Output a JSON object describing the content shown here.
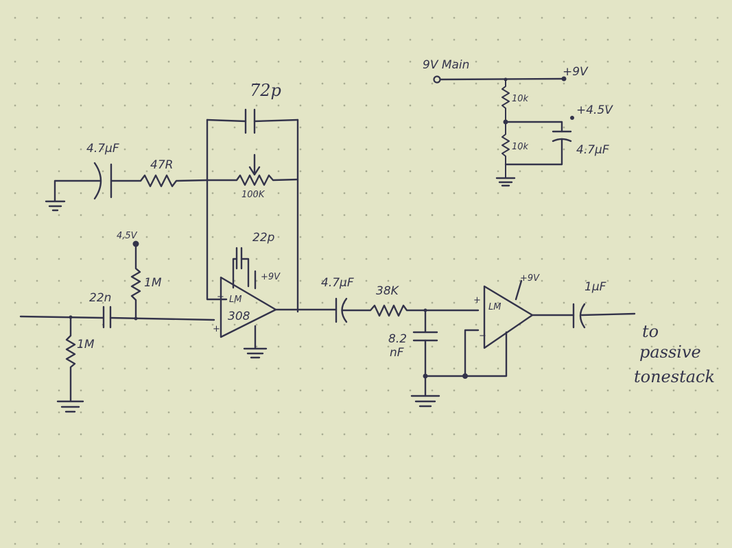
{
  "labels": {
    "c_feedback": "72p",
    "c_gain": "4.7µF",
    "r_gain": "47R",
    "pot_drive": "100K",
    "bias_45": "4,5V",
    "r_bias": "1M",
    "c_comp": "22p",
    "c_input": "22n",
    "r_input": "1M",
    "opamp1_top": "LM",
    "opamp1_bottom": "308",
    "opamp1_supply": "+9V",
    "minus1": "−",
    "plus1": "+",
    "c_coupling": "4.7µF",
    "r_filter": "38K",
    "c_filter_1": "8.2",
    "c_filter_2": "nF",
    "opamp2": "LM",
    "opamp2_supply": "+9V",
    "plus2": "+",
    "minus2": "−",
    "c_output": "1µF",
    "out_line1": "to",
    "out_line2": "passive",
    "out_line3": "tonestack",
    "ps_in": "9V Main",
    "ps_9v": "+9V",
    "ps_r1": "10k",
    "ps_45v": "+4.5V",
    "ps_r2": "10k",
    "ps_cap": "4.7µF"
  }
}
